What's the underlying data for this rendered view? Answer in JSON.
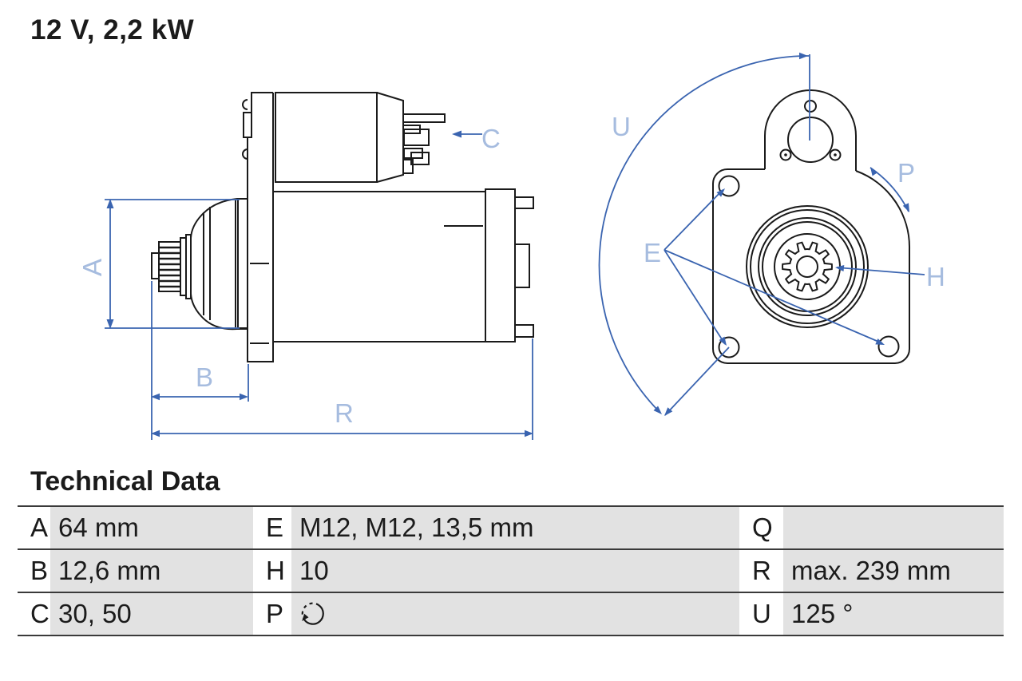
{
  "title": "12 V, 2,2 kW",
  "colors": {
    "dimension_blue": "#3a64b0",
    "label_light_blue": "#a6bcdf",
    "drawing_black": "#1a1a1a",
    "table_cell_gray": "#e2e2e2"
  },
  "diagram": {
    "side_view": {
      "labels": {
        "a": "A",
        "b": "B",
        "c": "C",
        "r": "R"
      }
    },
    "front_view": {
      "labels": {
        "u": "U",
        "p": "P",
        "e": "E",
        "h": "H"
      }
    }
  },
  "technical_data": {
    "heading": "Technical Data",
    "rows": [
      {
        "cells": [
          {
            "letter": "A",
            "value": "64 mm"
          },
          {
            "letter": "E",
            "value": "M12, M12, 13,5 mm"
          },
          {
            "letter": "Q",
            "value": ""
          }
        ]
      },
      {
        "cells": [
          {
            "letter": "B",
            "value": "12,6 mm"
          },
          {
            "letter": "H",
            "value": "10"
          },
          {
            "letter": "R",
            "value": "max. 239 mm"
          }
        ]
      },
      {
        "cells": [
          {
            "letter": "C",
            "value": "30, 50"
          },
          {
            "letter": "P",
            "value": "",
            "icon": "rotation-direction-icon"
          },
          {
            "letter": "U",
            "value": "125 °"
          }
        ]
      }
    ]
  }
}
